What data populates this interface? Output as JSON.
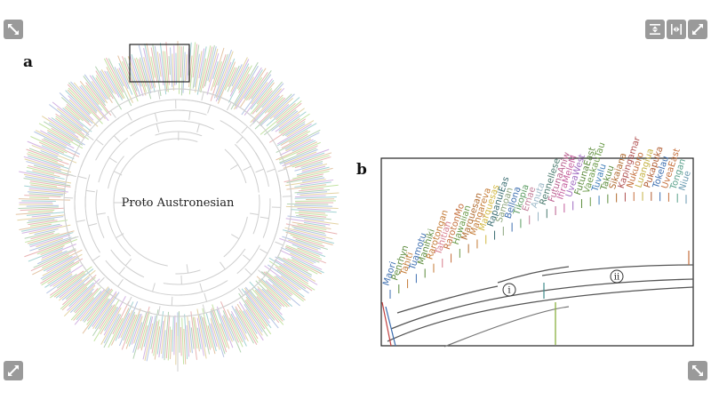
{
  "panels": {
    "a": {
      "label": "a",
      "root_label": "Proto Austronesian"
    },
    "b": {
      "label": "b",
      "clade_markers": [
        "i",
        "ii"
      ],
      "tip_labels": [
        {
          "text": "Maori",
          "color": "#3e6fb0"
        },
        {
          "text": "Penrhyn",
          "color": "#5a8a3a"
        },
        {
          "text": "Tahiti",
          "color": "#c47b36"
        },
        {
          "text": "Tuamotu",
          "color": "#3e6fb0"
        },
        {
          "text": "Manihiki",
          "color": "#5a8a3a"
        },
        {
          "text": "Rarotongan",
          "color": "#c47b36"
        },
        {
          "text": "Tahitian",
          "color": "#d77b8b"
        },
        {
          "text": "RarotonMo",
          "color": "#c46e3b"
        },
        {
          "text": "Hawaiian",
          "color": "#6a9a48"
        },
        {
          "text": "Marquesan",
          "color": "#b06a2e"
        },
        {
          "text": "Mangareva",
          "color": "#c47b36"
        },
        {
          "text": "Marquesas",
          "color": "#d2b840"
        },
        {
          "text": "RapanuiEas",
          "color": "#3b6e72"
        },
        {
          "text": "Samoan",
          "color": "#8aa37a"
        },
        {
          "text": "Bellona",
          "color": "#3e6fb0"
        },
        {
          "text": "Tikopia",
          "color": "#5a9a60"
        },
        {
          "text": "Emae",
          "color": "#c27e98"
        },
        {
          "text": "Anuta",
          "color": "#98b6c6"
        },
        {
          "text": "Rennellese",
          "color": "#4a7a6e"
        },
        {
          "text": "FutunaAniw",
          "color": "#b85c8c"
        },
        {
          "text": "IfiraMeleM",
          "color": "#c45c9c"
        },
        {
          "text": "UveaWest",
          "color": "#a06ac0"
        },
        {
          "text": "FutunaEast",
          "color": "#5a8a3a"
        },
        {
          "text": "VaeakauTau",
          "color": "#6a9a48"
        },
        {
          "text": "Tuvalu",
          "color": "#3e7eb8"
        },
        {
          "text": "Takuu",
          "color": "#5a8a3a"
        },
        {
          "text": "Sikaiana",
          "color": "#b06a2e"
        },
        {
          "text": "Kapingamar",
          "color": "#b05050"
        },
        {
          "text": "Nukuoro",
          "color": "#c46e3b"
        },
        {
          "text": "Luangiua",
          "color": "#c4b040"
        },
        {
          "text": "Pukapuka",
          "color": "#b05a2e"
        },
        {
          "text": "Tokelau",
          "color": "#3e6fb0"
        },
        {
          "text": "UveaEast",
          "color": "#c46e3b"
        },
        {
          "text": "Tongan",
          "color": "#5aa08a"
        },
        {
          "text": "Niue",
          "color": "#6a9ab0"
        }
      ]
    }
  },
  "controls": {
    "expand_icon": "expand-arrows-icon",
    "fit_vertical_icon": "fit-vertical-icon",
    "fit_horizontal_icon": "fit-horizontal-icon"
  },
  "colors": {
    "control_bg": "#9a9a9a",
    "branch": "#cfcfcf",
    "detail_branch": "#555555",
    "frame": "#222222"
  }
}
